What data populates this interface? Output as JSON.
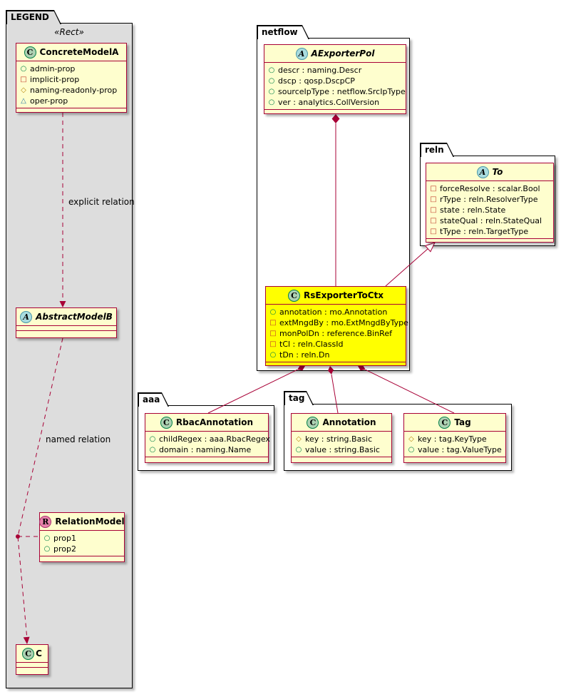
{
  "palette": {
    "class_bg": "#FEFECE",
    "class_border": "#A80036",
    "highlight_bg": "#FFFF00",
    "legend_bg": "#DDDDDD",
    "spot_class": "#ADD1B2",
    "spot_abstract": "#A9DCDF",
    "spot_relation": "#E783AC"
  },
  "legend": {
    "tab": "LEGEND",
    "stereotype": "«Rect»",
    "explicit_relation_label": "explicit relation",
    "named_relation_label": "named relation",
    "concrete_model": {
      "spot": "C",
      "name": "ConcreteModelA",
      "props": [
        {
          "kind": "public",
          "label": "admin-prop"
        },
        {
          "kind": "private",
          "label": "implicit-prop"
        },
        {
          "kind": "protected",
          "label": "naming-readonly-prop"
        },
        {
          "kind": "package",
          "label": "oper-prop"
        }
      ]
    },
    "abstract_model": {
      "spot": "A",
      "name": "AbstractModelB"
    },
    "relation_model": {
      "spot": "R",
      "name": "RelationModel",
      "props": [
        {
          "kind": "public",
          "label": "prop1"
        },
        {
          "kind": "public",
          "label": "prop2"
        }
      ]
    },
    "c_class": {
      "spot": "C",
      "name": "C"
    }
  },
  "netflow": {
    "tab": "netflow",
    "exporter_pol": {
      "spot": "A",
      "name": "AExporterPol",
      "props": [
        {
          "kind": "public",
          "label": "descr : naming.Descr"
        },
        {
          "kind": "public",
          "label": "dscp : qosp.DscpCP"
        },
        {
          "kind": "public",
          "label": "sourceIpType : netflow.SrcIpType"
        },
        {
          "kind": "public",
          "label": "ver : analytics.CollVersion"
        }
      ]
    },
    "rs_exporter_to_ctx": {
      "spot": "C",
      "name": "RsExporterToCtx",
      "props": [
        {
          "kind": "public",
          "label": "annotation : mo.Annotation"
        },
        {
          "kind": "private",
          "label": "extMngdBy : mo.ExtMngdByType"
        },
        {
          "kind": "private",
          "label": "monPolDn : reference.BinRef"
        },
        {
          "kind": "private",
          "label": "tCl : reln.ClassId"
        },
        {
          "kind": "public",
          "label": "tDn : reln.Dn"
        }
      ]
    }
  },
  "reln": {
    "tab": "reln",
    "to": {
      "spot": "A",
      "name": "To",
      "props": [
        {
          "kind": "private",
          "label": "forceResolve : scalar.Bool"
        },
        {
          "kind": "private",
          "label": "rType : reln.ResolverType"
        },
        {
          "kind": "private",
          "label": "state : reln.State"
        },
        {
          "kind": "private",
          "label": "stateQual : reln.StateQual"
        },
        {
          "kind": "private",
          "label": "tType : reln.TargetType"
        }
      ]
    }
  },
  "aaa": {
    "tab": "aaa",
    "rbac_annotation": {
      "spot": "C",
      "name": "RbacAnnotation",
      "props": [
        {
          "kind": "public",
          "label": "childRegex : aaa.RbacRegex"
        },
        {
          "kind": "public",
          "label": "domain : naming.Name"
        }
      ]
    }
  },
  "tag": {
    "tab": "tag",
    "annotation": {
      "spot": "C",
      "name": "Annotation",
      "props": [
        {
          "kind": "protected",
          "label": "key : string.Basic"
        },
        {
          "kind": "public",
          "label": "value : string.Basic"
        }
      ]
    },
    "tag_class": {
      "spot": "C",
      "name": "Tag",
      "props": [
        {
          "kind": "protected",
          "label": "key : tag.KeyType"
        },
        {
          "kind": "public",
          "label": "value : tag.ValueType"
        }
      ]
    }
  }
}
